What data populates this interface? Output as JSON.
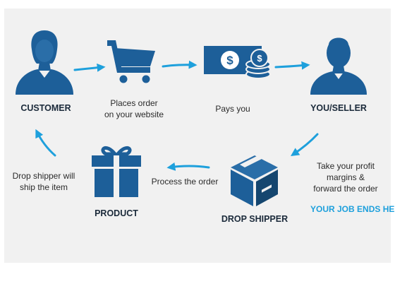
{
  "colors": {
    "icon": "#1d5f99",
    "icon_dark": "#15466f",
    "arrow": "#1ea0dc",
    "panel": "#f1f1f1",
    "accent": "#1ea0dc"
  },
  "nodes": {
    "customer": {
      "label": "CUSTOMER",
      "icon": "person-female-icon"
    },
    "cart": {
      "caption_line1": "Places order",
      "caption_line2": "on your website",
      "icon": "shopping-cart-icon"
    },
    "payment": {
      "caption": "Pays you",
      "icon": "cash-coins-icon"
    },
    "seller": {
      "label": "YOU/SELLER",
      "icon": "person-male-icon"
    },
    "shipper": {
      "label": "DROP SHIPPER",
      "icon": "box-icon",
      "caption_line1": "Take your profit",
      "caption_line2": "margins &",
      "caption_line3": "forward the order"
    },
    "product": {
      "label": "PRODUCT",
      "icon": "gift-icon"
    }
  },
  "edges": {
    "process": {
      "caption": "Process the order"
    },
    "ship": {
      "caption_line1": "Drop shipper will",
      "caption_line2": "ship the item"
    }
  },
  "callout": {
    "line1": "YOUR JOB",
    "line2": "ENDS HERE!"
  }
}
